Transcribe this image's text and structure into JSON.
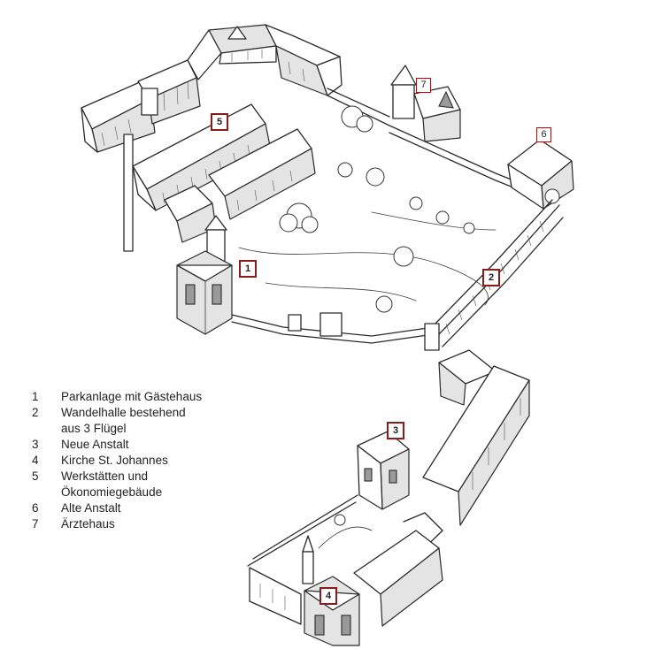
{
  "markers": {
    "m1": "1",
    "m2": "2",
    "m3": "3",
    "m4": "4",
    "m5": "5",
    "m6": "6",
    "m7": "7"
  },
  "legend": {
    "items": [
      {
        "num": "1",
        "text": "Parkanlage mit Gästehaus"
      },
      {
        "num": "2",
        "text": "Wandelhalle bestehend\naus 3 Flügel"
      },
      {
        "num": "3",
        "text": "Neue Anstalt"
      },
      {
        "num": "4",
        "text": "Kirche St. Johannes"
      },
      {
        "num": "5",
        "text": "Werkstätten und\nÖkonomiegebäude"
      },
      {
        "num": "6",
        "text": "Alte Anstalt"
      },
      {
        "num": "7",
        "text": "Ärztehaus"
      }
    ]
  },
  "colors": {
    "marker_border": "#8b1a1a",
    "ink": "#2a2a2a"
  }
}
